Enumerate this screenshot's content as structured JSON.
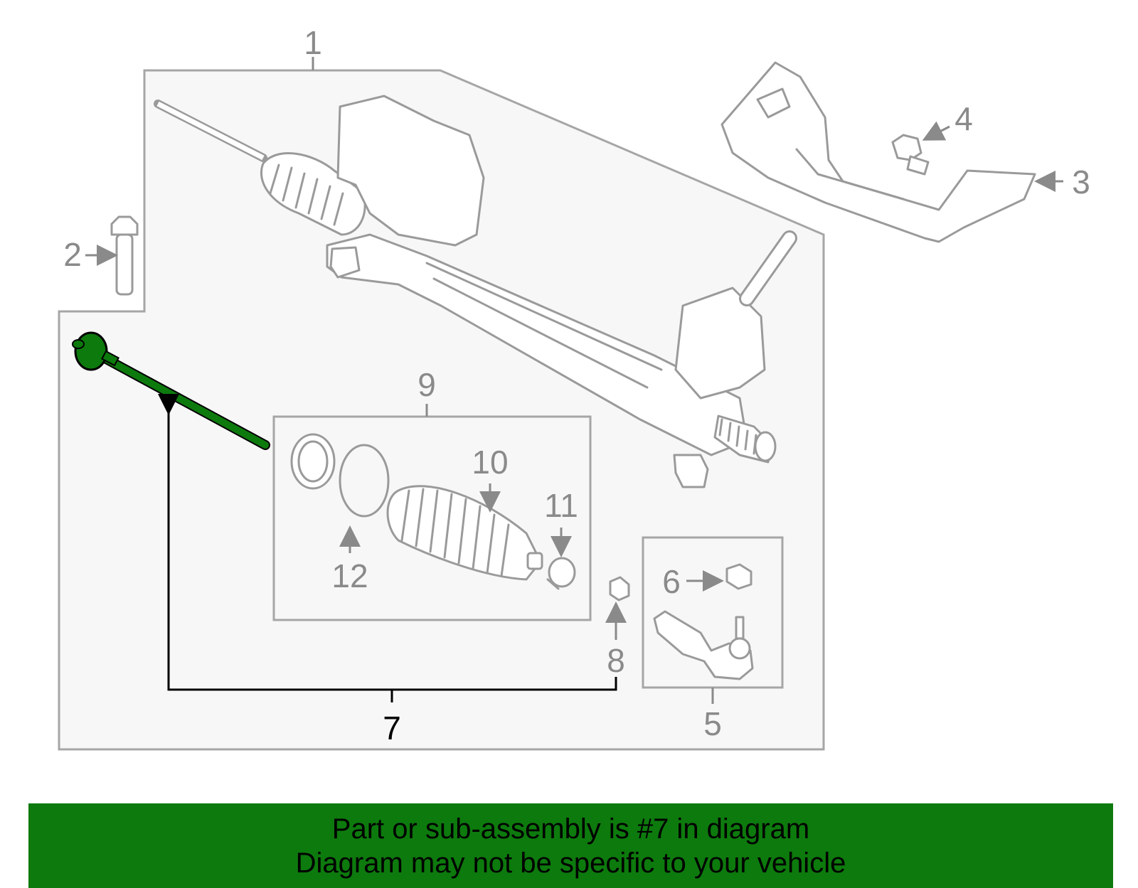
{
  "callouts": {
    "c1": "1",
    "c2": "2",
    "c3": "3",
    "c4": "4",
    "c5": "5",
    "c6": "6",
    "c7": "7",
    "c8": "8",
    "c9": "9",
    "c10": "10",
    "c11": "11",
    "c12": "12"
  },
  "highlighted_part": "7",
  "colors": {
    "highlight": "#0d7a0d",
    "line_art": "#9a9a9a",
    "banner": "#0d7a0d"
  },
  "banner": {
    "line1": "Part or sub-assembly is #7 in diagram",
    "line2": "Diagram may not be specific to your vehicle"
  }
}
